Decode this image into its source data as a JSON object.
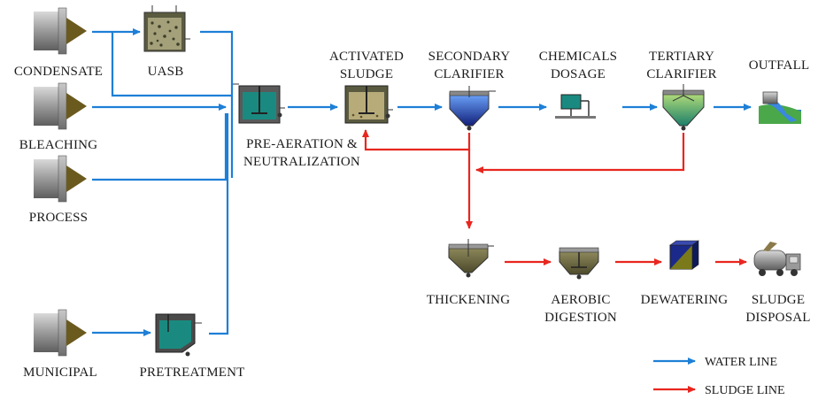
{
  "labels": {
    "condensate": "CONDENSATE",
    "bleaching": "BLEACHING",
    "process": "PROCESS",
    "municipal": "MUNICIPAL",
    "uasb": "UASB",
    "pretreatment": "PRETREATMENT",
    "pre_aeration_1": "PRE-AERATION &",
    "pre_aeration_2": "NEUTRALIZATION",
    "activated_1": "ACTIVATED",
    "activated_2": "SLUDGE",
    "secondary_1": "SECONDARY",
    "secondary_2": "CLARIFIER",
    "chemicals_1": "CHEMICALS",
    "chemicals_2": "DOSAGE",
    "tertiary_1": "TERTIARY",
    "tertiary_2": "CLARIFIER",
    "outfall": "OUTFALL",
    "thickening": "THICKENING",
    "aerobic_1": "AEROBIC",
    "aerobic_2": "DIGESTION",
    "dewatering": "DEWATERING",
    "sludge_1": "SLUDGE",
    "sludge_2": "DISPOSAL"
  },
  "legend": {
    "water": "WATER LINE",
    "sludge": "SLUDGE LINE"
  },
  "colors": {
    "water_line": "#1e7fd6",
    "sludge_line": "#e8261f",
    "pipe_gray": "#8c8c8c",
    "arrow_olive": "#6b5a1e",
    "tank_teal": "#1a8a80"
  }
}
